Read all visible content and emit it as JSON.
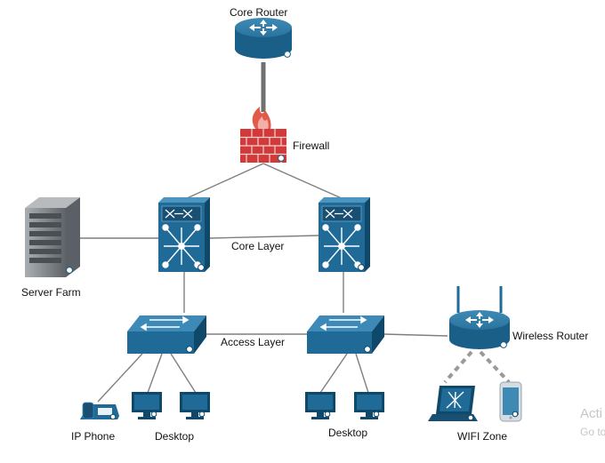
{
  "diagram": {
    "labels": {
      "core_router": "Core Router",
      "firewall": "Firewall",
      "core_layer": "Core Layer",
      "server_farm": "Server Farm",
      "access_layer": "Access Layer",
      "wireless_router": "Wireless Router",
      "ip_phone": "IP Phone",
      "desktop_left": "Desktop",
      "desktop_right": "Desktop",
      "wifi_zone": "WIFI Zone"
    },
    "watermark": {
      "line1": "Acti",
      "line2": "Go to"
    },
    "colors": {
      "device_blue": "#1f6a96",
      "device_dark": "#0f4868",
      "device_light": "#3f8ab5",
      "firewall_red": "#d23a3a",
      "link_gray": "#7f7f7f",
      "server_gray": "#8a8f93"
    }
  }
}
